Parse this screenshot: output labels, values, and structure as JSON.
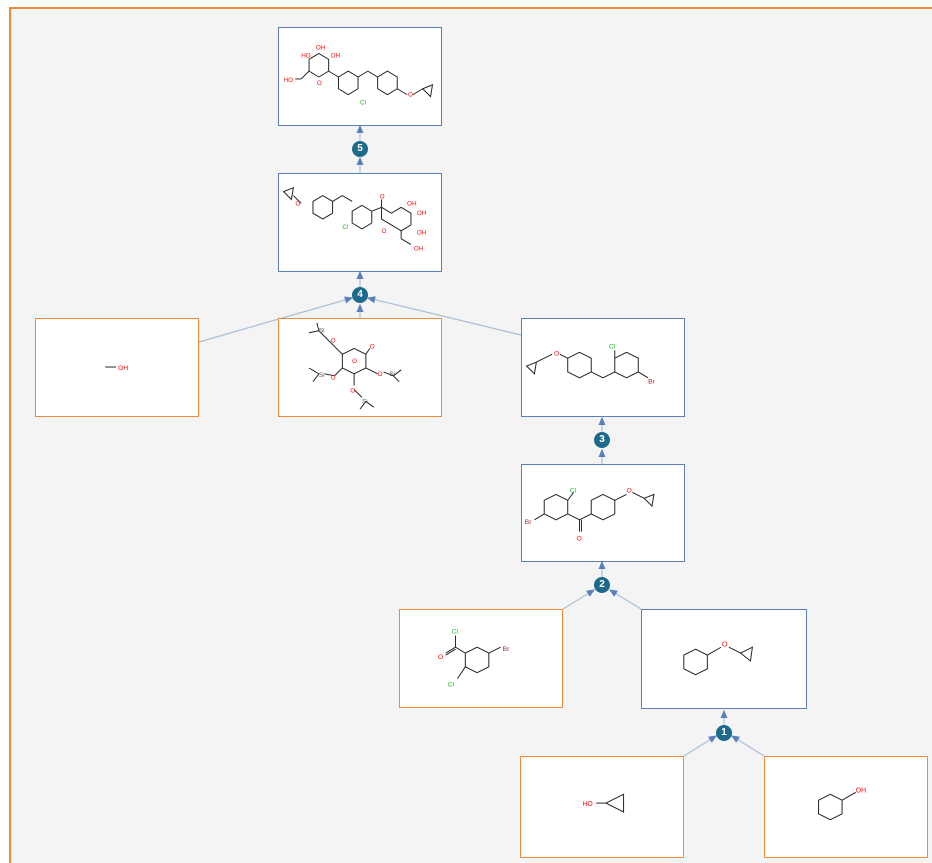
{
  "colors": {
    "intermediate_border": "#5b7fbd",
    "starting_border": "#ee8a3a",
    "step_badge": "#1d6a8a",
    "oxygen": "#ff0d0d",
    "chlorine": "#1fbf1f",
    "bromine": "#a62929"
  },
  "steps": [
    "1",
    "2",
    "3",
    "4",
    "5"
  ],
  "molecules": {
    "target": {
      "labels": [
        "OH",
        "HO",
        "OH",
        "HO",
        "O",
        "Cl",
        "O"
      ]
    },
    "methyl_ketal": {
      "labels": [
        "O",
        "O",
        "OH",
        "OH",
        "Cl",
        "O",
        "OH",
        "OH"
      ]
    },
    "methanol": {
      "labels": [
        "OH"
      ]
    },
    "tms_lactone": {
      "labels": [
        "Si",
        "O",
        "O",
        "O",
        "Si",
        "O",
        "O",
        "Si",
        "O",
        "Si"
      ]
    },
    "aryl_bromide": {
      "labels": [
        "O",
        "Cl",
        "Br"
      ]
    },
    "ketone": {
      "labels": [
        "Cl",
        "O",
        "Br",
        "O"
      ]
    },
    "acid_chloride": {
      "labels": [
        "Cl",
        "O",
        "Br",
        "Cl"
      ]
    },
    "cyclopropyl_phenyl_ether": {
      "labels": [
        "O"
      ]
    },
    "cyclopropanol": {
      "labels": [
        "HO"
      ]
    },
    "phenol": {
      "labels": [
        "OH"
      ]
    }
  }
}
